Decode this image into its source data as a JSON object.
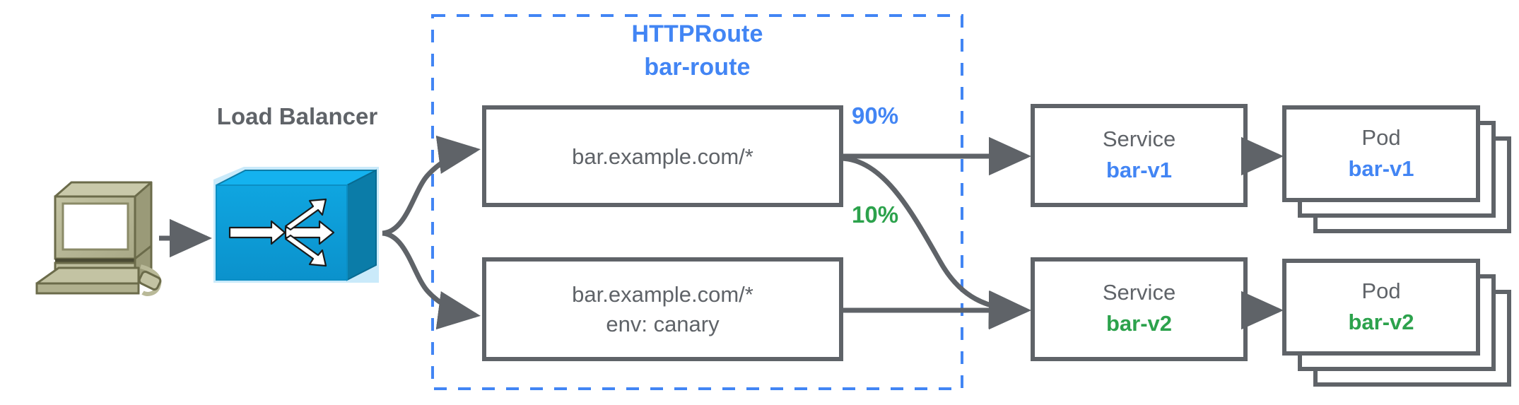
{
  "diagram": {
    "title_kind": "HTTPRoute",
    "title_name": "bar-route",
    "load_balancer_label": "Load Balancer",
    "client_icon": "desktop-computer-icon",
    "load_balancer_icon": "load-balancer-switch-icon",
    "boundary_style": "dashed",
    "colors": {
      "blue": "#4285f4",
      "green": "#2ca24c",
      "gray": "#5f6368",
      "lb_blue": "#0f9ad7",
      "lb_blue_top": "#14b2ef",
      "lb_blue_side": "#0b7ca8",
      "computer_body": "#b3b38f",
      "computer_outline": "#6b6b4a"
    },
    "rules": [
      {
        "id": "rule-1",
        "match_lines": [
          "bar.example.com/*"
        ]
      },
      {
        "id": "rule-2",
        "match_lines": [
          "bar.example.com/*",
          "env: canary"
        ]
      }
    ],
    "weights": [
      {
        "id": "weight-90",
        "label": "90%",
        "color": "#4285f4"
      },
      {
        "id": "weight-10",
        "label": "10%",
        "color": "#2ca24c"
      }
    ],
    "backends": [
      {
        "id": "backend-v1",
        "service_kind": "Service",
        "service_name": "bar-v1",
        "pod_kind": "Pod",
        "pod_name": "bar-v1",
        "accent": "#4285f4",
        "pod_replicas": 3
      },
      {
        "id": "backend-v2",
        "service_kind": "Service",
        "service_name": "bar-v2",
        "pod_kind": "Pod",
        "pod_name": "bar-v2",
        "accent": "#2ca24c",
        "pod_replicas": 3
      }
    ]
  }
}
